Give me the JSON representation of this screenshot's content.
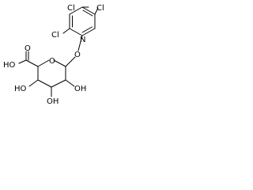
{
  "structure": {
    "atoms": {
      "cl_top_left": "Cl",
      "cl_top_right": "Cl",
      "cl_left": "Cl",
      "pyridine_n": "N",
      "ether_o": "O",
      "ring_o": "O",
      "acid_o": "O",
      "acid_oh": "HO",
      "oh_left": "HO",
      "oh_bottom": "OH",
      "oh_right": "OH"
    }
  }
}
